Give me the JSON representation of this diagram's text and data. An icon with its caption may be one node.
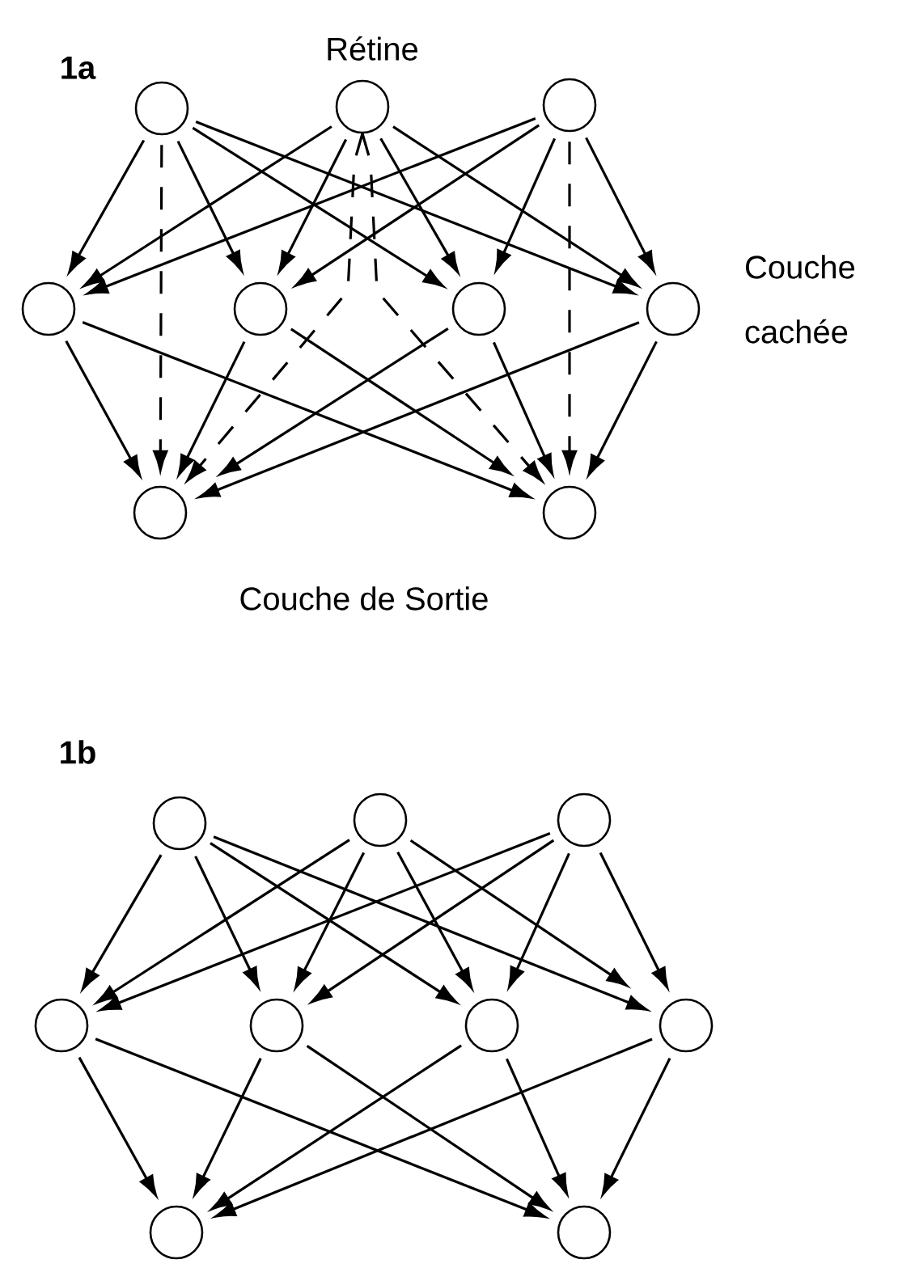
{
  "diagram": {
    "nodes": [
      {
        "text": [],
        "shape": "circle"
      },
      {
        "text": [],
        "shape": "circle"
      },
      {
        "text": [],
        "shape": "circle"
      },
      {
        "text": [],
        "shape": "circle"
      },
      {
        "text": [],
        "shape": "circle"
      },
      {
        "text": [],
        "shape": "circle"
      },
      {
        "text": [],
        "shape": "circle"
      },
      {
        "text": [],
        "shape": "circle"
      },
      {
        "text": [],
        "shape": "circle"
      },
      {
        "text": [],
        "shape": "circle"
      },
      {
        "text": [],
        "shape": "circle"
      },
      {
        "text": [],
        "shape": "circle"
      },
      {
        "text": [],
        "shape": "circle"
      },
      {
        "text": [],
        "shape": "circle"
      },
      {
        "text": [],
        "shape": "circle"
      },
      {
        "text": [],
        "shape": "circle"
      },
      {
        "text": [],
        "shape": "circle"
      },
      {
        "text": [],
        "shape": "circle"
      }
    ],
    "edges": [
      {
        "from": 0,
        "to": 3,
        "arrow": "to"
      },
      {
        "from": 0,
        "to": 4,
        "arrow": "to"
      },
      {
        "from": 0,
        "to": 5,
        "arrow": "to"
      },
      {
        "from": 0,
        "to": 6,
        "arrow": "to"
      },
      {
        "from": 1,
        "to": 3,
        "arrow": "to"
      },
      {
        "from": 1,
        "to": 4,
        "arrow": "to"
      },
      {
        "from": 1,
        "to": 5,
        "arrow": "to"
      },
      {
        "from": 1,
        "to": 6,
        "arrow": "to"
      },
      {
        "from": 2,
        "to": 3,
        "arrow": "to"
      },
      {
        "from": 2,
        "to": 4,
        "arrow": "to"
      },
      {
        "from": 2,
        "to": 5,
        "arrow": "to"
      },
      {
        "from": 2,
        "to": 6,
        "arrow": "to"
      },
      {
        "from": 3,
        "to": 7,
        "arrow": "to"
      },
      {
        "from": 3,
        "to": 8,
        "arrow": "to"
      },
      {
        "from": 4,
        "to": 7,
        "arrow": "to"
      },
      {
        "from": 4,
        "to": 8,
        "arrow": "to"
      },
      {
        "from": 5,
        "to": 7,
        "arrow": "to"
      },
      {
        "from": 5,
        "to": 8,
        "arrow": "to"
      },
      {
        "from": 6,
        "to": 7,
        "arrow": "to"
      },
      {
        "from": 6,
        "to": 8,
        "arrow": "to"
      },
      {
        "from": 0,
        "to": 7,
        "arrow": "to",
        "style": "dashed"
      },
      {
        "from": 1,
        "to": 7,
        "arrow": "to",
        "style": "dashed"
      },
      {
        "from": 1,
        "to": 8,
        "arrow": "to",
        "style": "dashed"
      },
      {
        "from": 2,
        "to": 8,
        "arrow": "to",
        "style": "dashed"
      },
      {
        "from": 9,
        "to": 12,
        "arrow": "to"
      },
      {
        "from": 9,
        "to": 13,
        "arrow": "to"
      },
      {
        "from": 9,
        "to": 14,
        "arrow": "to"
      },
      {
        "from": 9,
        "to": 15,
        "arrow": "to"
      },
      {
        "from": 10,
        "to": 12,
        "arrow": "to"
      },
      {
        "from": 10,
        "to": 13,
        "arrow": "to"
      },
      {
        "from": 10,
        "to": 14,
        "arrow": "to"
      },
      {
        "from": 10,
        "to": 15,
        "arrow": "to"
      },
      {
        "from": 11,
        "to": 12,
        "arrow": "to"
      },
      {
        "from": 11,
        "to": 13,
        "arrow": "to"
      },
      {
        "from": 11,
        "to": 14,
        "arrow": "to"
      },
      {
        "from": 11,
        "to": 15,
        "arrow": "to"
      },
      {
        "from": 12,
        "to": 16,
        "arrow": "to"
      },
      {
        "from": 12,
        "to": 17,
        "arrow": "to"
      },
      {
        "from": 13,
        "to": 16,
        "arrow": "to"
      },
      {
        "from": 13,
        "to": 17,
        "arrow": "to"
      },
      {
        "from": 14,
        "to": 16,
        "arrow": "to"
      },
      {
        "from": 14,
        "to": 17,
        "arrow": "to"
      },
      {
        "from": 15,
        "to": 16,
        "arrow": "to"
      },
      {
        "from": 15,
        "to": 17,
        "arrow": "to"
      }
    ],
    "labels": [
      "1a",
      "Rétine",
      "Couche cachée",
      "Couche de Sortie",
      "1b"
    ]
  }
}
